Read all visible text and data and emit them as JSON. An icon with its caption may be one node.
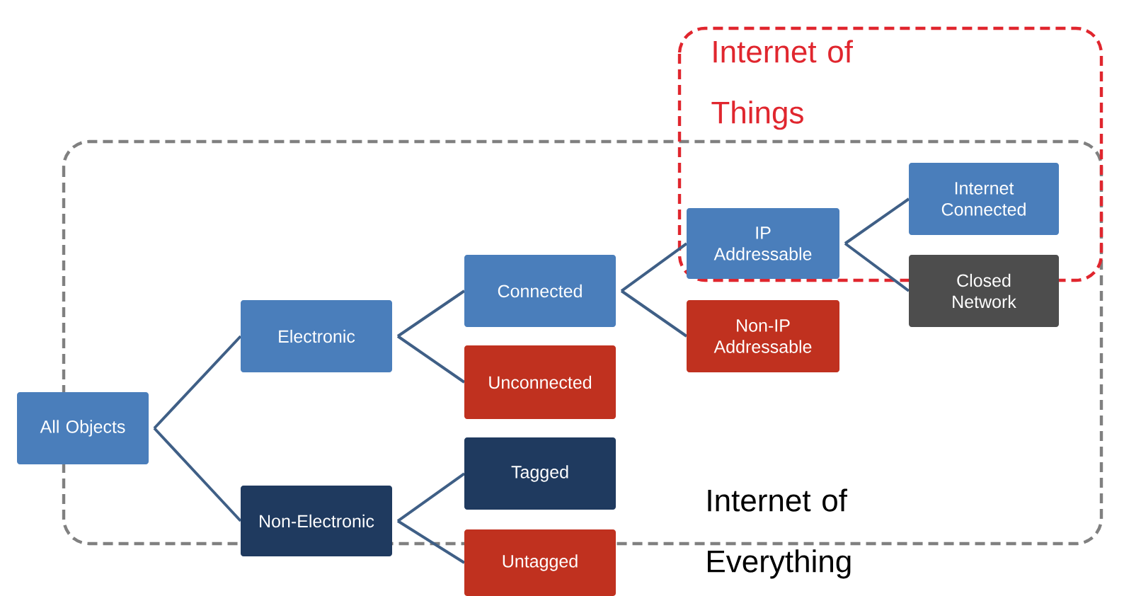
{
  "diagram": {
    "nodes": [
      {
        "text": [
          "All Objects"
        ]
      },
      {
        "text": [
          "Electronic"
        ]
      },
      {
        "text": [
          "Non-Electronic"
        ]
      },
      {
        "text": [
          "Connected"
        ]
      },
      {
        "text": [
          "Unconnected"
        ]
      },
      {
        "text": [
          "Tagged"
        ]
      },
      {
        "text": [
          "Untagged"
        ]
      },
      {
        "text": [
          "IP Addressable"
        ]
      },
      {
        "text": [
          "Non-IP Addressable"
        ]
      },
      {
        "text": [
          "Internet Connected"
        ]
      },
      {
        "text": [
          "Closed Network"
        ]
      }
    ],
    "edges": [
      {
        "from": 0,
        "to": 1,
        "arrow": "none"
      },
      {
        "from": 0,
        "to": 2,
        "arrow": "none"
      },
      {
        "from": 1,
        "to": 3,
        "arrow": "none"
      },
      {
        "from": 1,
        "to": 4,
        "arrow": "none"
      },
      {
        "from": 2,
        "to": 5,
        "arrow": "none"
      },
      {
        "from": 2,
        "to": 6,
        "arrow": "none"
      },
      {
        "from": 3,
        "to": 7,
        "arrow": "none"
      },
      {
        "from": 3,
        "to": 8,
        "arrow": "none"
      },
      {
        "from": 7,
        "to": 9,
        "arrow": "none"
      },
      {
        "from": 7,
        "to": 10,
        "arrow": "none"
      }
    ],
    "labels": [
      "Internet of Things",
      "Internet of Everything"
    ]
  }
}
